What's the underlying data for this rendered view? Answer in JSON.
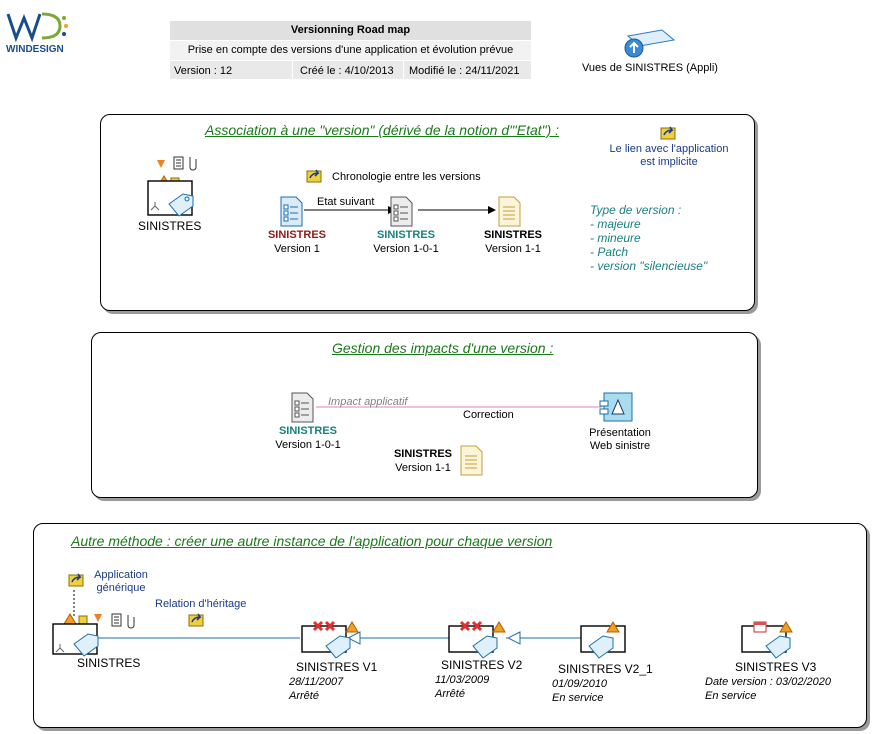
{
  "logo": {
    "text": "WINDESIGN"
  },
  "header": {
    "title": "Versionning Road map",
    "subtitle": "Prise en compte des versions d'une application et évolution prévue",
    "version": "Version : 12",
    "created": "Créé le : 4/10/2013",
    "modified": "Modifié le : 24/11/2021"
  },
  "views_link": {
    "label": "Vues de SINISTRES (Appli)"
  },
  "section1": {
    "title": "Association à une \"version\" (dérivé de la notion d'\"Etat\") :",
    "app_label": "SINISTRES",
    "chronology": "Chronologie entre les versions",
    "next_state": "Etat suivant",
    "versions": [
      {
        "name": "SINISTRES",
        "version": "Version 1"
      },
      {
        "name": "SINISTRES",
        "version": "Version 1-0-1"
      },
      {
        "name": "SINISTRES",
        "version": "Version 1-1"
      }
    ],
    "implicit_note": "Le lien avec l'application est implicite",
    "types_title": "Type de version :",
    "types": [
      "- majeure",
      "- mineure",
      "- Patch",
      "- version \"silencieuse\""
    ]
  },
  "section2": {
    "title": "Gestion des impacts d'une version :",
    "v_name": "SINISTRES",
    "v_version": "Version 1-0-1",
    "impact": "Impact applicatif",
    "correction": "Correction",
    "target": "Présentation Web sinistre",
    "v2_name": "SINISTRES",
    "v2_version": "Version 1-1"
  },
  "section3": {
    "title": "Autre méthode : créer une autre instance de l'application pour chaque version",
    "generic": "Application générique",
    "inheritance": "Relation d'héritage",
    "app_label": "SINISTRES",
    "instances": [
      {
        "name": "SINISTRES V1",
        "date": "28/11/2007",
        "status": "Arrêté"
      },
      {
        "name": "SINISTRES V2",
        "date": "11/03/2009",
        "status": "Arrêté"
      },
      {
        "name": "SINISTRES V2_1",
        "date": "01/09/2010",
        "status": "En service"
      },
      {
        "name": "SINISTRES V3",
        "date": "Date version : 03/02/2020",
        "status": "En service"
      }
    ]
  },
  "colors": {
    "green_title": "#1a7a1a",
    "teal": "#1a8080",
    "pink_line": "#e060c0",
    "blue_line": "#1a6fb0"
  }
}
